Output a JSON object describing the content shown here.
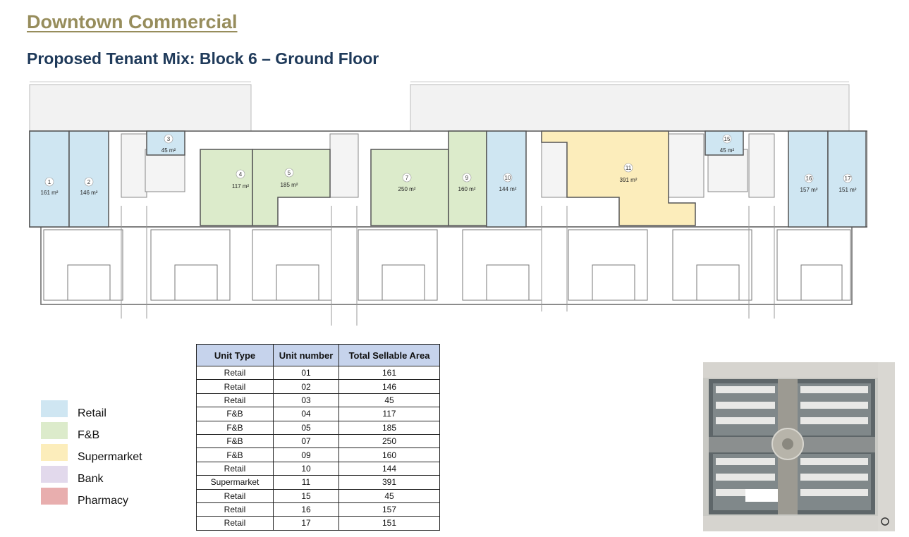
{
  "header": {
    "title": "Downtown Commercial",
    "subtitle": "Proposed Tenant Mix: Block 6 – Ground Floor"
  },
  "colors": {
    "retail": "#cfe6f2",
    "fnb": "#dcebcb",
    "supermarket": "#fcedbb",
    "bank": "#e2d9ec",
    "pharmacy": "#e8aeae",
    "title": "#978d5c",
    "subtitle": "#1f3a5a",
    "table_header": "#c6d3ec"
  },
  "plan": {
    "units": [
      {
        "number": "1",
        "area": "161 m²",
        "type": "retail"
      },
      {
        "number": "2",
        "area": "146 m²",
        "type": "retail"
      },
      {
        "number": "3",
        "area": "45 m²",
        "type": "retail"
      },
      {
        "number": "4",
        "area": "117 m²",
        "type": "fnb"
      },
      {
        "number": "5",
        "area": "185 m²",
        "type": "fnb"
      },
      {
        "number": "7",
        "area": "250 m²",
        "type": "fnb"
      },
      {
        "number": "9",
        "area": "160 m²",
        "type": "fnb"
      },
      {
        "number": "10",
        "area": "144 m²",
        "type": "retail"
      },
      {
        "number": "11",
        "area": "391 m²",
        "type": "supermarket"
      },
      {
        "number": "15",
        "area": "45 m²",
        "type": "retail"
      },
      {
        "number": "16",
        "area": "157 m²",
        "type": "retail"
      },
      {
        "number": "17",
        "area": "151 m²",
        "type": "retail"
      }
    ]
  },
  "table": {
    "headers": [
      "Unit Type",
      "Unit number",
      "Total Sellable Area"
    ],
    "rows": [
      [
        "Retail",
        "01",
        "161"
      ],
      [
        "Retail",
        "02",
        "146"
      ],
      [
        "Retail",
        "03",
        "45"
      ],
      [
        "F&B",
        "04",
        "117"
      ],
      [
        "F&B",
        "05",
        "185"
      ],
      [
        "F&B",
        "07",
        "250"
      ],
      [
        "F&B",
        "09",
        "160"
      ],
      [
        "Retail",
        "10",
        "144"
      ],
      [
        "Supermarket",
        "11",
        "391"
      ],
      [
        "Retail",
        "15",
        "45"
      ],
      [
        "Retail",
        "16",
        "157"
      ],
      [
        "Retail",
        "17",
        "151"
      ]
    ]
  },
  "legend": {
    "items": [
      {
        "label": "Retail",
        "color": "#cfe6f2"
      },
      {
        "label": "F&B",
        "color": "#dcebcb"
      },
      {
        "label": "Supermarket",
        "color": "#fcedbb"
      },
      {
        "label": "Bank",
        "color": "#e2d9ec"
      },
      {
        "label": "Pharmacy",
        "color": "#e8aeae"
      }
    ]
  },
  "sitemap": {
    "icon": "site-map-image"
  }
}
